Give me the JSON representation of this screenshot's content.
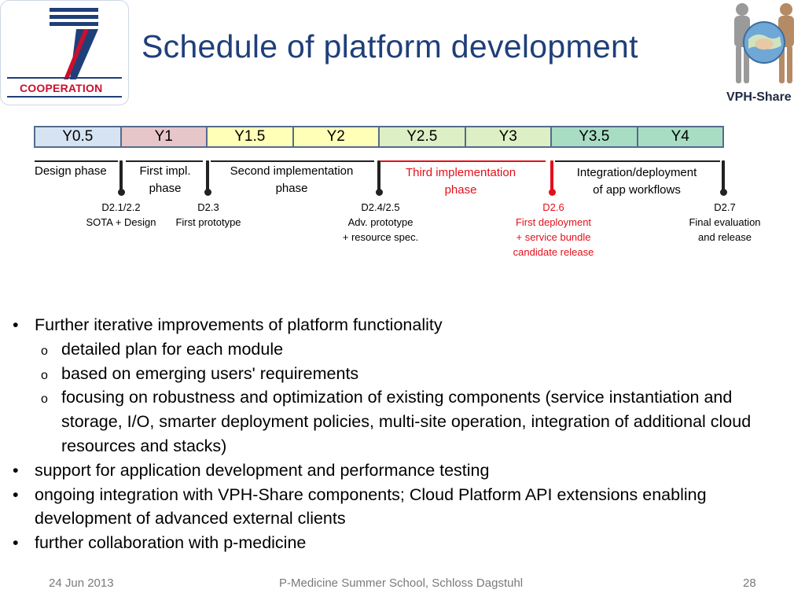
{
  "title": "Schedule of platform development",
  "logos": {
    "fp7_text": "COOPERATION",
    "vph_text": "VPH-Share"
  },
  "timeline": {
    "cells": [
      {
        "label": "Y0.5",
        "color": "#D6E3F2"
      },
      {
        "label": "Y1",
        "color": "#E6C6C8"
      },
      {
        "label": "Y1.5",
        "color": "#FFFFB8"
      },
      {
        "label": "Y2",
        "color": "#FFFFB8"
      },
      {
        "label": "Y2.5",
        "color": "#DDEFC4"
      },
      {
        "label": "Y3",
        "color": "#DDEFC4"
      },
      {
        "label": "Y3.5",
        "color": "#A8DDC4"
      },
      {
        "label": "Y4",
        "color": "#A8DDC4"
      }
    ],
    "phases": {
      "p1": "Design phase",
      "p2_l1": "First impl.",
      "p2_l2": "phase",
      "p3_l1": "Second implementation",
      "p3_l2": "phase",
      "p4_l1": "Third implementation",
      "p4_l2": "phase",
      "p5_l1": "Integration/deployment",
      "p5_l2": "of app workflows"
    },
    "deliverables": {
      "d1_l1": "D2.1/2.2",
      "d1_l2": "SOTA + Design",
      "d2_l1": "D2.3",
      "d2_l2": "First prototype",
      "d3_l1": "D2.4/2.5",
      "d3_l2": "Adv. prototype",
      "d3_l3": "+ resource spec.",
      "d4_l1": "D2.6",
      "d4_l2": "First deployment",
      "d4_l3": "+ service bundle",
      "d4_l4": "candidate release",
      "d5_l1": "D2.7",
      "d5_l2": "Final evaluation",
      "d5_l3": "and release"
    },
    "accent_red": "#E3101A"
  },
  "bullets": {
    "b1": "Further iterative improvements of platform functionality",
    "b1_s1": "detailed plan for each module",
    "b1_s2": "based on emerging users' requirements",
    "b1_s3": "focusing on robustness and optimization of existing components (service instantiation and storage, I/O, smarter deployment policies, multi-site operation, integration of additional cloud resources and stacks)",
    "b2": "support for application development and performance testing",
    "b3": "ongoing integration with VPH-Share components; Cloud Platform API extensions enabling development of advanced external clients",
    "b4": "further collaboration with p-medicine",
    "bullet_mark": "•",
    "sub_mark": "o"
  },
  "footer": {
    "date": "24 Jun 2013",
    "event": "P-Medicine Summer School, Schloss Dagstuhl",
    "page": "28"
  }
}
